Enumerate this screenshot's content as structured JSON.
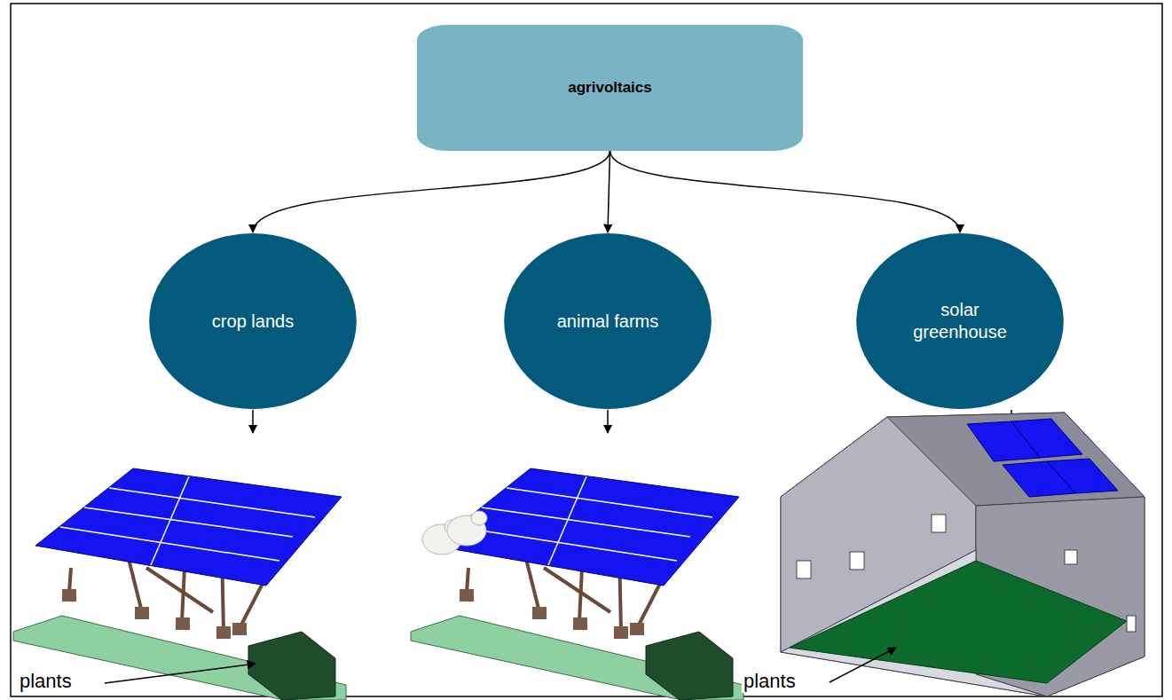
{
  "diagram": {
    "nodes": [
      {
        "text": [
          "agrivoltaics"
        ]
      },
      {
        "text": [
          "crop lands"
        ]
      },
      {
        "text": [
          "animal farms"
        ]
      },
      {
        "text": [
          "solar greenhouse"
        ]
      }
    ],
    "edges": [
      {
        "from": 0,
        "to": 1,
        "arrow": "to"
      },
      {
        "from": 0,
        "to": 2,
        "arrow": "to"
      },
      {
        "from": 0,
        "to": 3,
        "arrow": "to"
      }
    ],
    "labels": [
      "plants",
      "plants"
    ]
  }
}
